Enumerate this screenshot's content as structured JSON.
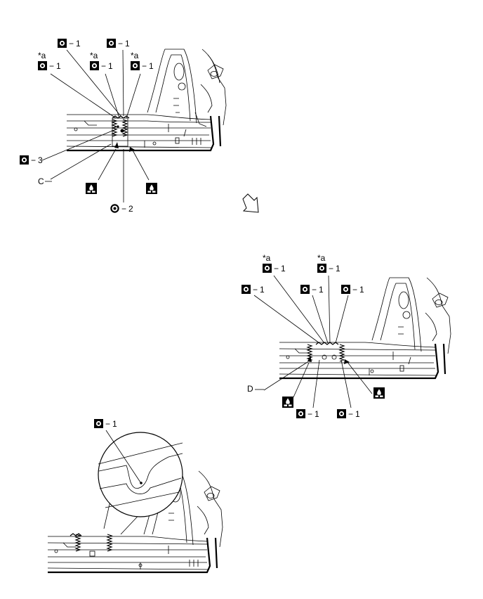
{
  "callouts": {
    "weld_qty": "1",
    "weld_qty_3": "3",
    "weld_qty_2": "2",
    "ref_a": "*a",
    "part_c": "C",
    "part_d": "D"
  },
  "icons": {
    "square_weld": "spot-weld-square-icon",
    "round_weld": "spot-weld-round-icon",
    "sealer": "sealer-gun-icon",
    "next_arrow": "hollow-arrow-icon"
  }
}
